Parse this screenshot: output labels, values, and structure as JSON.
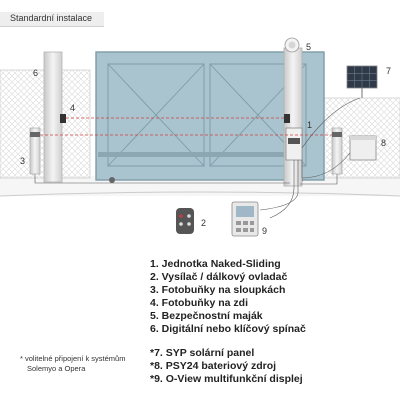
{
  "header": {
    "title": "Standardní instalace"
  },
  "callouts": {
    "c1": "1",
    "c2": "2",
    "c3": "3",
    "c4": "4",
    "c5": "5",
    "c6": "6",
    "c7": "7",
    "c8": "8",
    "c9": "9"
  },
  "legend": [
    "1. Jednotka Naked-Sliding",
    "2. Vysílač / dálkový ovladač",
    "3. Fotobuňky na sloupkách",
    "4. Fotobuňky na zdi",
    "5. Bezpečnostní maják",
    "6. Digitální nebo klíčový spínač"
  ],
  "legend_optional": [
    "*7. SYP solární panel",
    "*8. PSY24 bateriový zdroj",
    "*9. O-View multifunkční displej"
  ],
  "note": {
    "line1": "* volitelné připojení k systémům",
    "line2": "Solemyo a Opera"
  },
  "colors": {
    "gate": "#a9c4cf",
    "gate_frame": "#7e9ba8",
    "fence": "#e6e6e6",
    "post": "#dedede",
    "photo_ray": "#d04040"
  }
}
